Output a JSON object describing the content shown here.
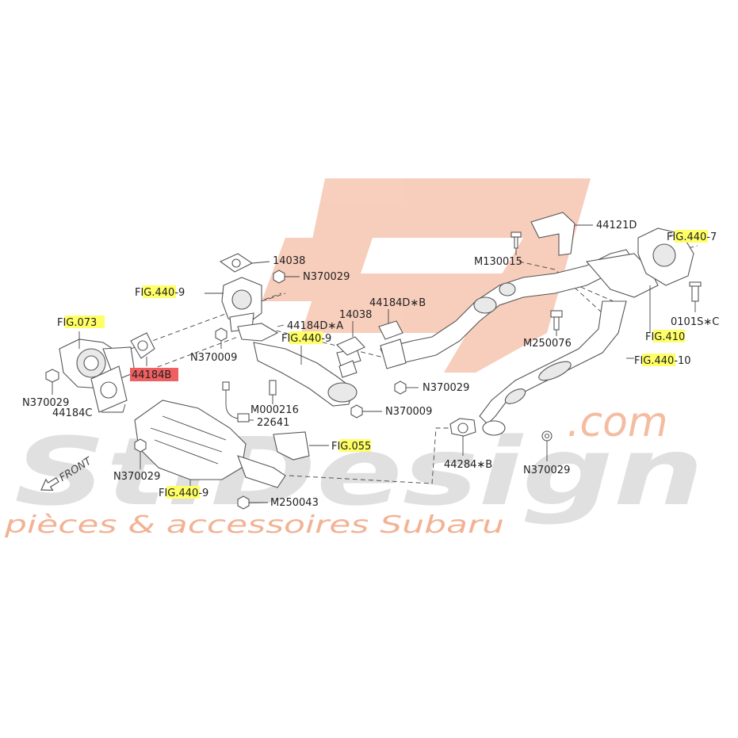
{
  "watermark": {
    "brand": "StiDesign",
    "domain": ".com",
    "tagline": "pièces & accessoires Subaru",
    "logo_color": "#f2a585",
    "brand_color": "#c8c8c8",
    "domain_color": "#f0a07a",
    "tagline_color": "#f0a07a"
  },
  "front_indicator": "FRONT",
  "highlight_color": "#ffff66",
  "selected_color": "#f06060",
  "labels": {
    "p14038_a": "14038",
    "n370029_a": "N370029",
    "fig440_9_a": "FIG.440-9",
    "fig073": "FIG.073",
    "p44184b": "44184B",
    "n370029_b": "N370029",
    "p44184c": "44184C",
    "n370009_a": "N370009",
    "p44184d_a": "44184D∗A",
    "fig440_9_b": "FIG.440-9",
    "p14038_b": "14038",
    "p44184d_b": "44184D∗B",
    "m000216": "M000216",
    "p22641": "22641",
    "n370029_c": "N370029",
    "n370009_b": "N370009",
    "fig055": "FIG.055",
    "n370029_d": "N370029",
    "fig440_9_c": "FIG.440-9",
    "m250043": "M250043",
    "p44121d": "44121D",
    "m130015": "M130015",
    "fig440_7": "FIG.440-7",
    "p0101s_c": "0101S∗C",
    "m250076": "M250076",
    "fig410": "FIG.410",
    "fig440_10": "FIG.440-10",
    "p44284b": "44284∗B",
    "n370029_e": "N370029"
  }
}
